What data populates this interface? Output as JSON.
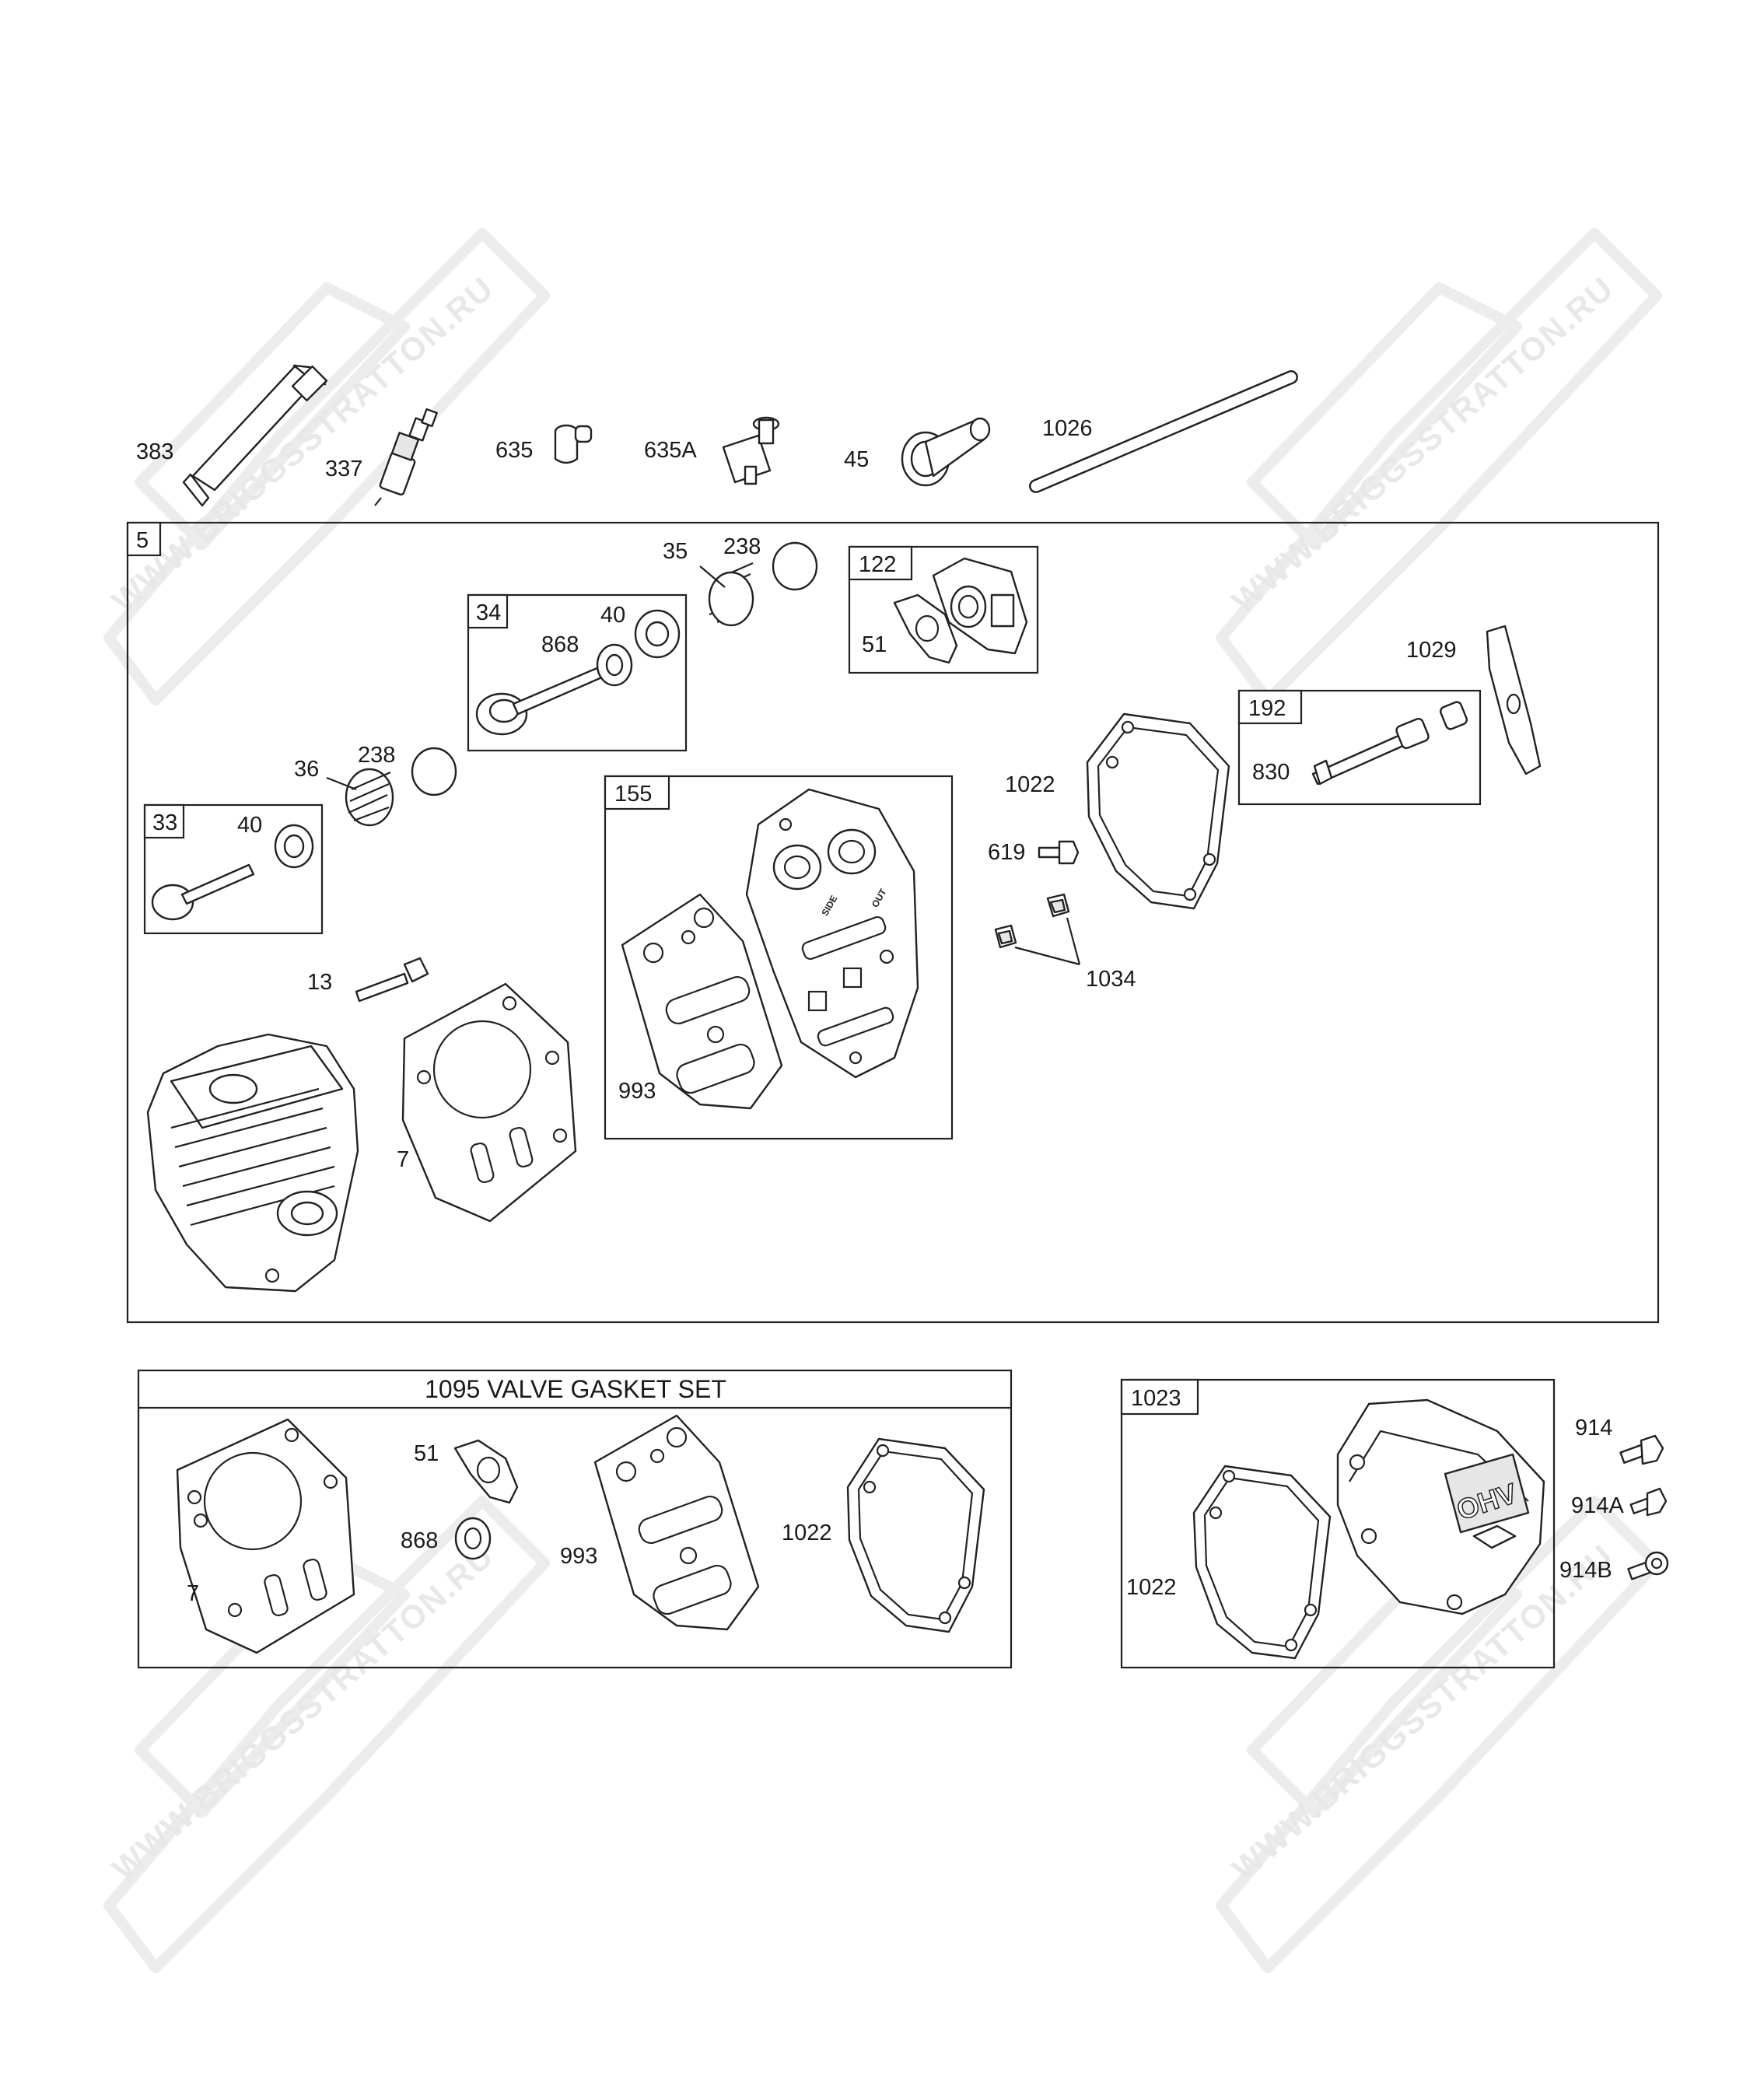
{
  "watermark": {
    "text": "WWW.BRIGGSSTRATTON.RU"
  },
  "top_parts": {
    "p383": "383",
    "p337": "337",
    "p635": "635",
    "p635A": "635A",
    "p45": "45",
    "p1026": "1026"
  },
  "main_group": {
    "tag": "5",
    "labels": {
      "35": "35",
      "238a": "238",
      "868": "868",
      "40a": "40",
      "36": "36",
      "238b": "238",
      "40b": "40",
      "13": "13",
      "7": "7",
      "993": "993",
      "51": "51",
      "1022": "1022",
      "619": "619",
      "1034": "1034",
      "1029": "1029",
      "830": "830"
    },
    "subgroups": {
      "s34": "34",
      "s33": "33",
      "s122": "122",
      "s155": "155",
      "s192": "192"
    },
    "stamp": {
      "side": "SIDE",
      "out": "OUT"
    }
  },
  "gasket_set": {
    "title": "1095 VALVE GASKET SET",
    "labels": {
      "7": "7",
      "51": "51",
      "868": "868",
      "993": "993",
      "1022": "1022"
    }
  },
  "cover_group": {
    "tag": "1023",
    "labels": {
      "1022": "1022"
    },
    "emblem": "OHV"
  },
  "fasteners": {
    "914": "914",
    "914A": "914A",
    "914B": "914B"
  }
}
